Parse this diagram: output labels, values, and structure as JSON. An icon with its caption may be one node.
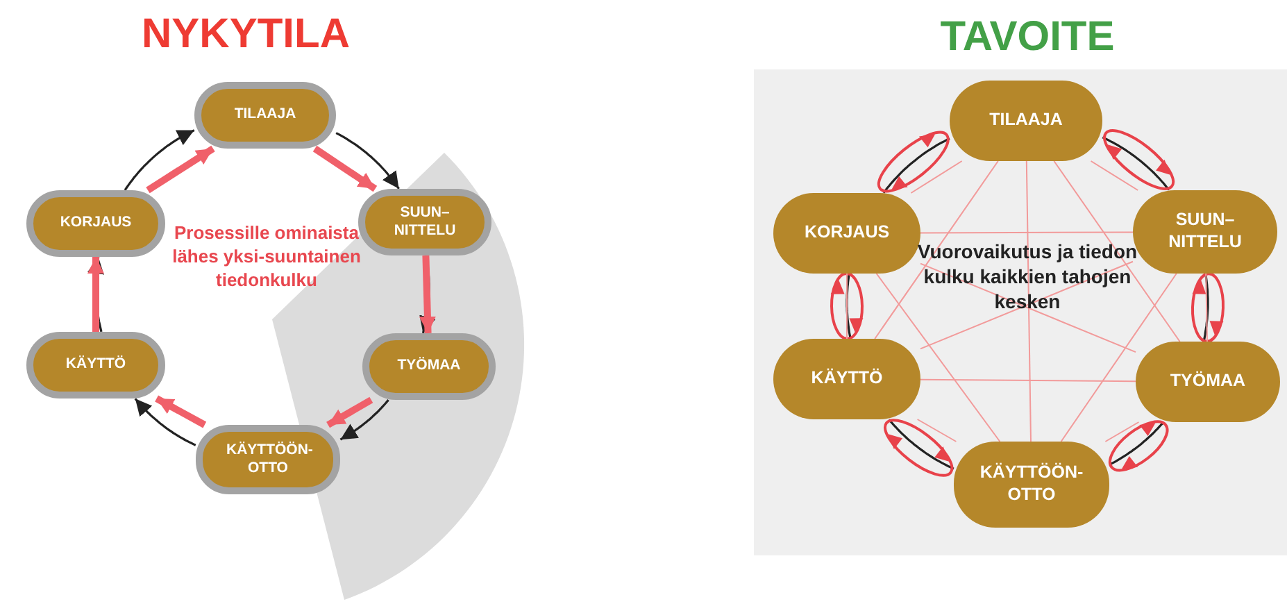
{
  "diagram": {
    "nodes": [
      {
        "text": [
          "TILAAJA"
        ]
      },
      {
        "text": [
          "SUUN– NITTELU"
        ]
      },
      {
        "text": [
          "TYÖMAA"
        ]
      },
      {
        "text": [
          "KÄYTTÖÖN- OTTO"
        ]
      },
      {
        "text": [
          "KÄYTTÖ"
        ]
      },
      {
        "text": [
          "KORJAUS"
        ]
      },
      {
        "text": [
          "TILAAJA"
        ]
      },
      {
        "text": [
          "SUUN– NITTELU"
        ]
      },
      {
        "text": [
          "TYÖMAA"
        ]
      },
      {
        "text": [
          "KÄYTTÖÖN- OTTO"
        ]
      },
      {
        "text": [
          "KÄYTTÖ"
        ]
      },
      {
        "text": [
          "KORJAUS"
        ]
      }
    ],
    "edges": [
      {
        "from": 0,
        "to": 1,
        "arrow": "to",
        "color": "#222222"
      },
      {
        "from": 1,
        "to": 2,
        "arrow": "to",
        "color": "#222222"
      },
      {
        "from": 2,
        "to": 3,
        "arrow": "to",
        "color": "#222222"
      },
      {
        "from": 3,
        "to": 4,
        "arrow": "to",
        "color": "#222222"
      },
      {
        "from": 4,
        "to": 5,
        "arrow": "to",
        "color": "#222222"
      },
      {
        "from": 5,
        "to": 0,
        "arrow": "to",
        "color": "#222222"
      },
      {
        "from": 0,
        "to": 1,
        "arrow": "to",
        "style": "thick"
      },
      {
        "from": 1,
        "to": 2,
        "arrow": "to",
        "style": "thick"
      },
      {
        "from": 2,
        "to": 3,
        "arrow": "to",
        "style": "thick"
      },
      {
        "from": 3,
        "to": 4,
        "arrow": "to",
        "style": "thick"
      },
      {
        "from": 4,
        "to": 5,
        "arrow": "to",
        "style": "thick"
      },
      {
        "from": 5,
        "to": 0,
        "arrow": "to",
        "style": "thick"
      },
      {
        "from": 6,
        "to": 7,
        "arrow": "both",
        "color": "#222222"
      },
      {
        "from": 7,
        "to": 8,
        "arrow": "both",
        "color": "#222222"
      },
      {
        "from": 8,
        "to": 9,
        "arrow": "both",
        "color": "#222222"
      },
      {
        "from": 9,
        "to": 10,
        "arrow": "both",
        "color": "#222222"
      },
      {
        "from": 10,
        "to": 11,
        "arrow": "both",
        "color": "#222222"
      },
      {
        "from": 11,
        "to": 6,
        "arrow": "both",
        "color": "#222222"
      },
      {
        "from": 6,
        "to": 7,
        "arrow": "none"
      },
      {
        "from": 6,
        "to": 8,
        "arrow": "none"
      },
      {
        "from": 6,
        "to": 9,
        "arrow": "none"
      },
      {
        "from": 6,
        "to": 10,
        "arrow": "none"
      },
      {
        "from": 6,
        "to": 11,
        "arrow": "none"
      },
      {
        "from": 7,
        "to": 8,
        "arrow": "none"
      },
      {
        "from": 7,
        "to": 9,
        "arrow": "none"
      },
      {
        "from": 7,
        "to": 10,
        "arrow": "none"
      },
      {
        "from": 7,
        "to": 11,
        "arrow": "none"
      },
      {
        "from": 8,
        "to": 9,
        "arrow": "none"
      },
      {
        "from": 8,
        "to": 10,
        "arrow": "none"
      },
      {
        "from": 8,
        "to": 11,
        "arrow": "none"
      },
      {
        "from": 9,
        "to": 10,
        "arrow": "none"
      },
      {
        "from": 9,
        "to": 11,
        "arrow": "none"
      },
      {
        "from": 10,
        "to": 11,
        "arrow": "none"
      }
    ],
    "labels": [
      "NYKYTILA",
      "Prosessille ominaista lähes yksi-suuntainen tiedonkulku",
      "TAVOITE",
      "Vuorovaikutus ja tiedon kulku kaikkien tahojen kesken"
    ]
  }
}
